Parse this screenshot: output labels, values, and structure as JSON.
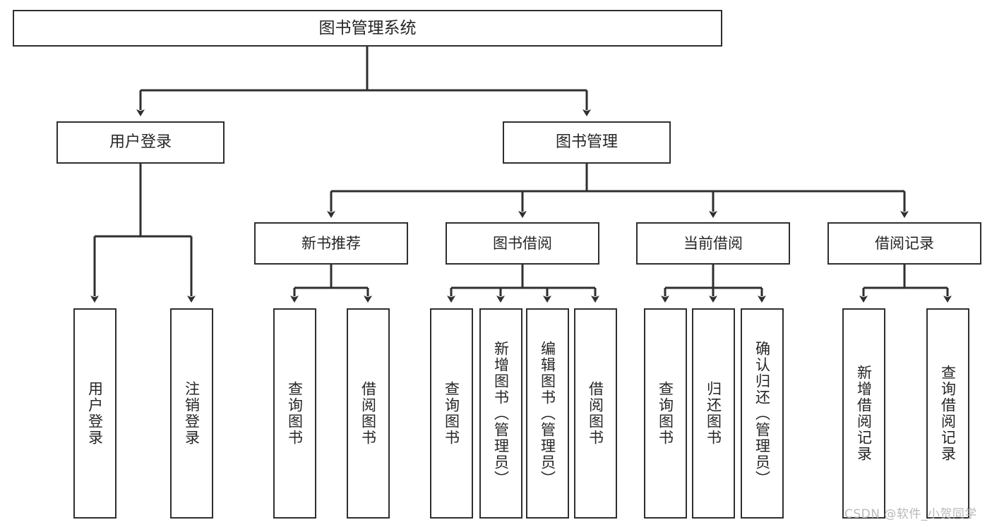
{
  "diagram": {
    "title": "图书管理系统",
    "root": {
      "label": "图书管理系统"
    },
    "level2": [
      {
        "label": "用户登录"
      },
      {
        "label": "图书管理"
      }
    ],
    "level3": [
      {
        "label": "新书推荐"
      },
      {
        "label": "图书借阅"
      },
      {
        "label": "当前借阅"
      },
      {
        "label": "借阅记录"
      }
    ],
    "leaves": {
      "user_login": [
        {
          "label": "用户登录"
        },
        {
          "label": "注销登录"
        }
      ],
      "new_book_recommend": [
        {
          "label": "查询图书"
        },
        {
          "label": "借阅图书"
        }
      ],
      "book_borrow": [
        {
          "label": "查询图书"
        },
        {
          "label": "新增图书（管理员）"
        },
        {
          "label": "编辑图书（管理员）"
        },
        {
          "label": "借阅图书"
        }
      ],
      "current_borrow": [
        {
          "label": "查询图书"
        },
        {
          "label": "归还图书"
        },
        {
          "label": "确认归还（管理员）"
        }
      ],
      "borrow_records": [
        {
          "label": "新增借阅记录"
        },
        {
          "label": "查询借阅记录"
        }
      ]
    }
  },
  "watermark": {
    "text": "CSDN @软件_小贺同学"
  },
  "colors": {
    "border": "#2f2f2f",
    "text": "#262626",
    "background": "#ffffff",
    "watermark": "#b9b9b9"
  }
}
